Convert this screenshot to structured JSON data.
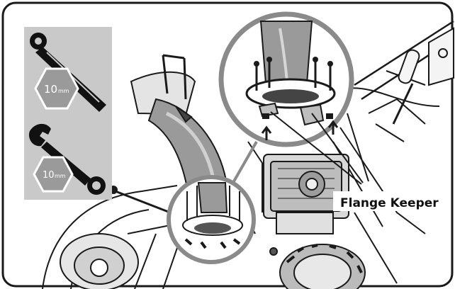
{
  "tools": [
    {
      "icon": "ratchet-wrench-icon",
      "size_value": "10",
      "size_unit": "mm"
    },
    {
      "icon": "combination-wrench-icon",
      "size_value": "10",
      "size_unit": "mm"
    }
  ],
  "callout": {
    "label": "Flange Keeper"
  },
  "colors": {
    "panel": "#c9c9c9",
    "hexagon": "#9a9a9a",
    "outline": "#111111",
    "zoom_ring": "#8a8a8a"
  }
}
